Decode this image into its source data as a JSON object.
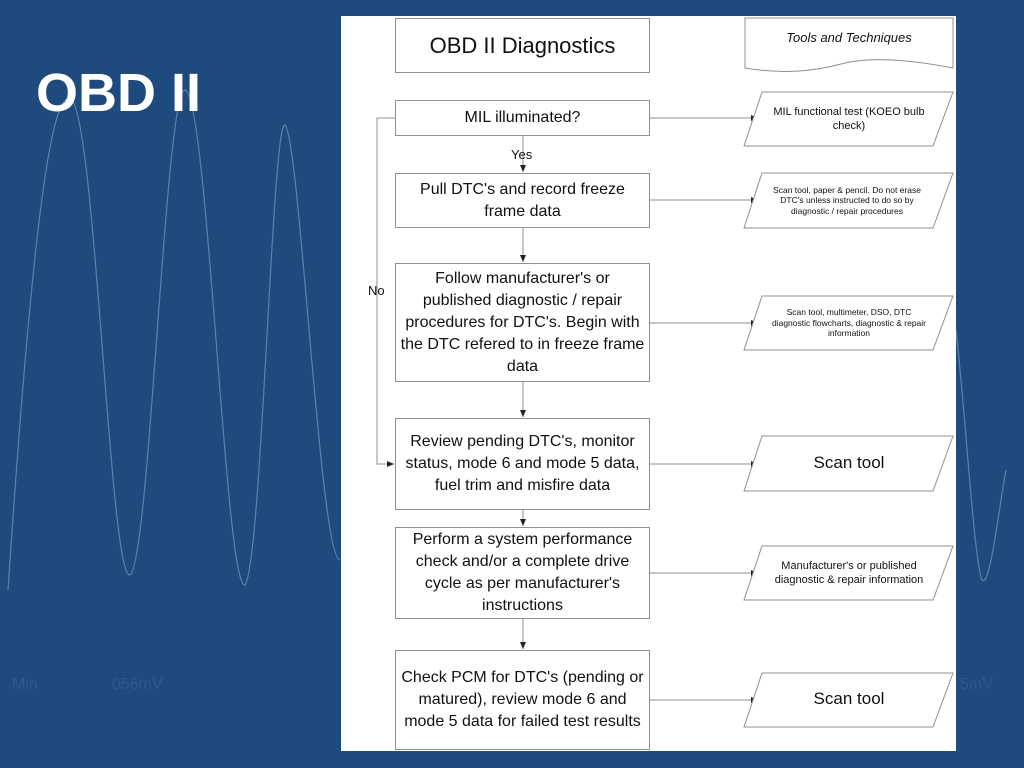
{
  "slide": {
    "title": "OBD II",
    "bg_text_left_1": "Min",
    "bg_text_left_2": "056mV",
    "bg_text_right": "5mV"
  },
  "flowchart": {
    "title": "OBD II Diagnostics",
    "doc_label": "Tools and Techniques",
    "steps": [
      "MIL illuminated?",
      "Pull DTC's and record freeze frame data",
      "Follow manufacturer's or published diagnostic / repair procedures for DTC's.  Begin with the DTC refered to in freeze frame data",
      "Review pending DTC's, monitor status, mode 6 and mode 5 data, fuel trim and misfire data",
      "Perform a system performance check and/or a complete drive cycle as per manufacturer's instructions",
      "Check PCM for DTC's (pending or matured), review mode 6 and mode 5 data for failed test results"
    ],
    "tools": [
      "MIL functional test (KOEO bulb check)",
      "Scan tool, paper & pencil.  Do not erase DTC's unless instructed to do so by diagnostic / repair procedures",
      "Scan tool, multimeter, DSO, DTC diagnostic flowcharts, diagnostic & repair information",
      "Scan tool",
      "Manufacturer's or published diagnostic & repair information",
      "Scan tool"
    ],
    "yes_label": "Yes",
    "no_label": "No"
  },
  "colors": {
    "background": "#1f4a7d",
    "panel": "#ffffff",
    "wave": "#5a82b0",
    "line": "#8f8f8f"
  }
}
